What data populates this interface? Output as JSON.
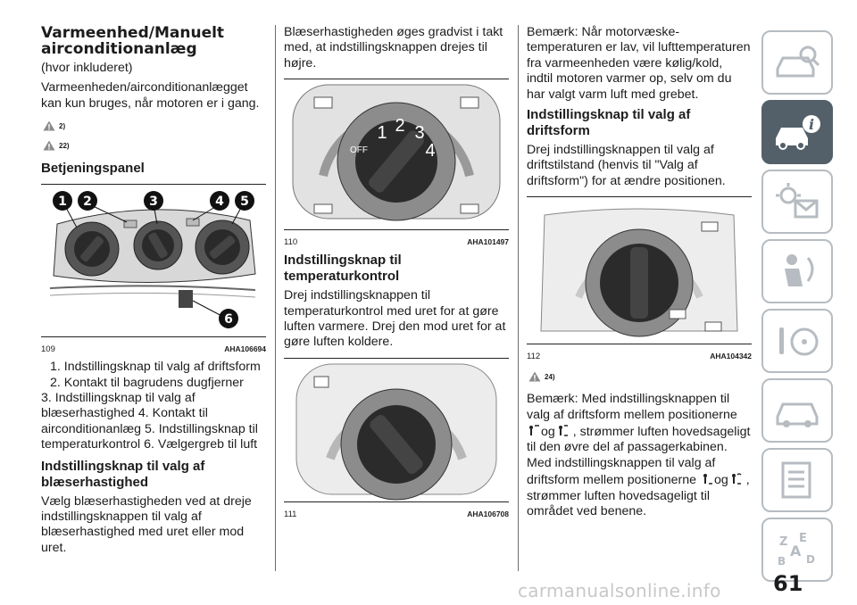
{
  "col1": {
    "title": "Varmeenhed/Manuelt airconditionanlæg",
    "subtitle": "(hvor inkluderet)",
    "intro": "Varmeenheden/airconditionanlægget kan kun bruges, når motoren er i gang.",
    "warning_refs": [
      "2)",
      "22)"
    ],
    "section_heading": "Betjeningspanel",
    "figure": {
      "number": "109",
      "code": "AHA106694",
      "callouts": [
        "1",
        "2",
        "3",
        "4",
        "5",
        "6"
      ]
    },
    "legend": [
      "1. Indstillingsknap til valg af driftsform",
      "2. Kontakt til bagrudens dugfjerner",
      "3. Indstillingsknap til valg af blæserhastighed  4. Kontakt til airconditionanlæg  5. Indstillingsknap til temperaturkontrol  6. Vælgergreb til luft"
    ],
    "fan_heading": "Indstillingsknap til valg af blæserhastighed",
    "fan_text": "Vælg blæserhastigheden ved at dreje indstillingsknappen til valg af blæserhastighed med uret eller mod uret."
  },
  "col2": {
    "intro": "Blæserhastigheden øges gradvist i takt med, at indstillingsknappen drejes til højre.",
    "figure110": {
      "number": "110",
      "code": "AHA101497",
      "dial_labels": [
        "OFF",
        "1",
        "2",
        "3",
        "4"
      ]
    },
    "temp_heading": "Indstillingsknap til temperaturkontrol",
    "temp_text": "Drej indstillingsknappen til temperaturkontrol med uret for at gøre luften varmere. Drej den mod uret for at gøre luften koldere.",
    "figure111": {
      "number": "111",
      "code": "AHA106708"
    }
  },
  "col3": {
    "note1": "Bemærk:  Når motorvæske-temperaturen er lav, vil lufttemperaturen fra varmeenheden være kølig/kold, indtil motoren varmer op, selv om du har valgt varm luft med grebet.",
    "mode_heading": "Indstillingsknap til valg af driftsform",
    "mode_text": "Drej indstillingsknappen til valg af driftstilstand (henvis til \"Valg af driftsform\") for at ændre positionen.",
    "figure112": {
      "number": "112",
      "code": "AHA104342"
    },
    "warning_ref": "24)",
    "note2_a": "Bemærk:  Med indstillingsknappen til valg af driftsform mellem positionerne",
    "note2_og1": "og",
    "note2_b": ", strømmer luften hovedsageligt til den øvre del af passagerkabinen. Med indstillingsknappen til valg af driftsform mellem positionerne",
    "note2_og2": "og",
    "note2_c": ", strømmer luften hovedsageligt til området ved benene."
  },
  "sidebar": {
    "tabs": [
      "car-search-icon",
      "car-info-icon",
      "warning-lights-icon",
      "airbag-person-icon",
      "steering-tools-icon",
      "car-service-icon",
      "spec-sheet-icon",
      "alphabet-index-icon"
    ],
    "active_index": 1,
    "active_color": "#53606a"
  },
  "page_number": "61",
  "watermark": "carmanualsonline.info"
}
